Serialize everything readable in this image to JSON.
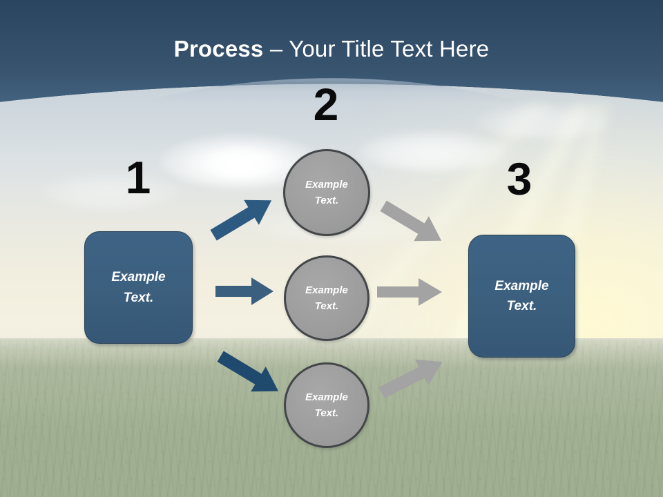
{
  "slide": {
    "title_bold": "Process",
    "title_rest": " – Your Title Text Here",
    "background": {
      "sky_top_color": "#b9c4ce",
      "header_top_color": "#2a4560",
      "header_bottom_color": "#587b98",
      "field_color": "#9aaa8c",
      "glow_color": "#fffad2"
    }
  },
  "steps": [
    {
      "number": "1",
      "label_line1": "Example",
      "label_line2": "Text.",
      "shape": "rounded-rectangle",
      "color": "#3c5f7e"
    },
    {
      "number": "2",
      "label_line1": "Example",
      "label_line2": "Text.",
      "shape": "circle",
      "color": "#9d9d9d"
    },
    {
      "number": "3",
      "label_line1": "Example",
      "label_line2": "Text.",
      "shape": "rounded-rectangle",
      "color": "#3c5f7e"
    }
  ],
  "nodes": {
    "left_box": {
      "line1": "Example",
      "line2": "Text."
    },
    "circle_top": {
      "line1": "Example",
      "line2": "Text."
    },
    "circle_middle": {
      "line1": "Example",
      "line2": "Text."
    },
    "circle_bottom": {
      "line1": "Example",
      "line2": "Text."
    },
    "right_box": {
      "line1": "Example",
      "line2": "Text."
    }
  },
  "arrows": [
    {
      "name": "left-to-top-circle",
      "color": "#2d5a80",
      "direction": "up-right"
    },
    {
      "name": "left-to-middle-circle",
      "color": "#3a5f7f",
      "direction": "right"
    },
    {
      "name": "left-to-bottom-circle",
      "color": "#1f4a6e",
      "direction": "down-right"
    },
    {
      "name": "top-circle-to-right",
      "color": "#a3a3a3",
      "direction": "down-right"
    },
    {
      "name": "middle-circle-to-right",
      "color": "#a3a3a3",
      "direction": "right"
    },
    {
      "name": "bottom-circle-to-right",
      "color": "#a3a3a3",
      "direction": "up-right"
    }
  ]
}
